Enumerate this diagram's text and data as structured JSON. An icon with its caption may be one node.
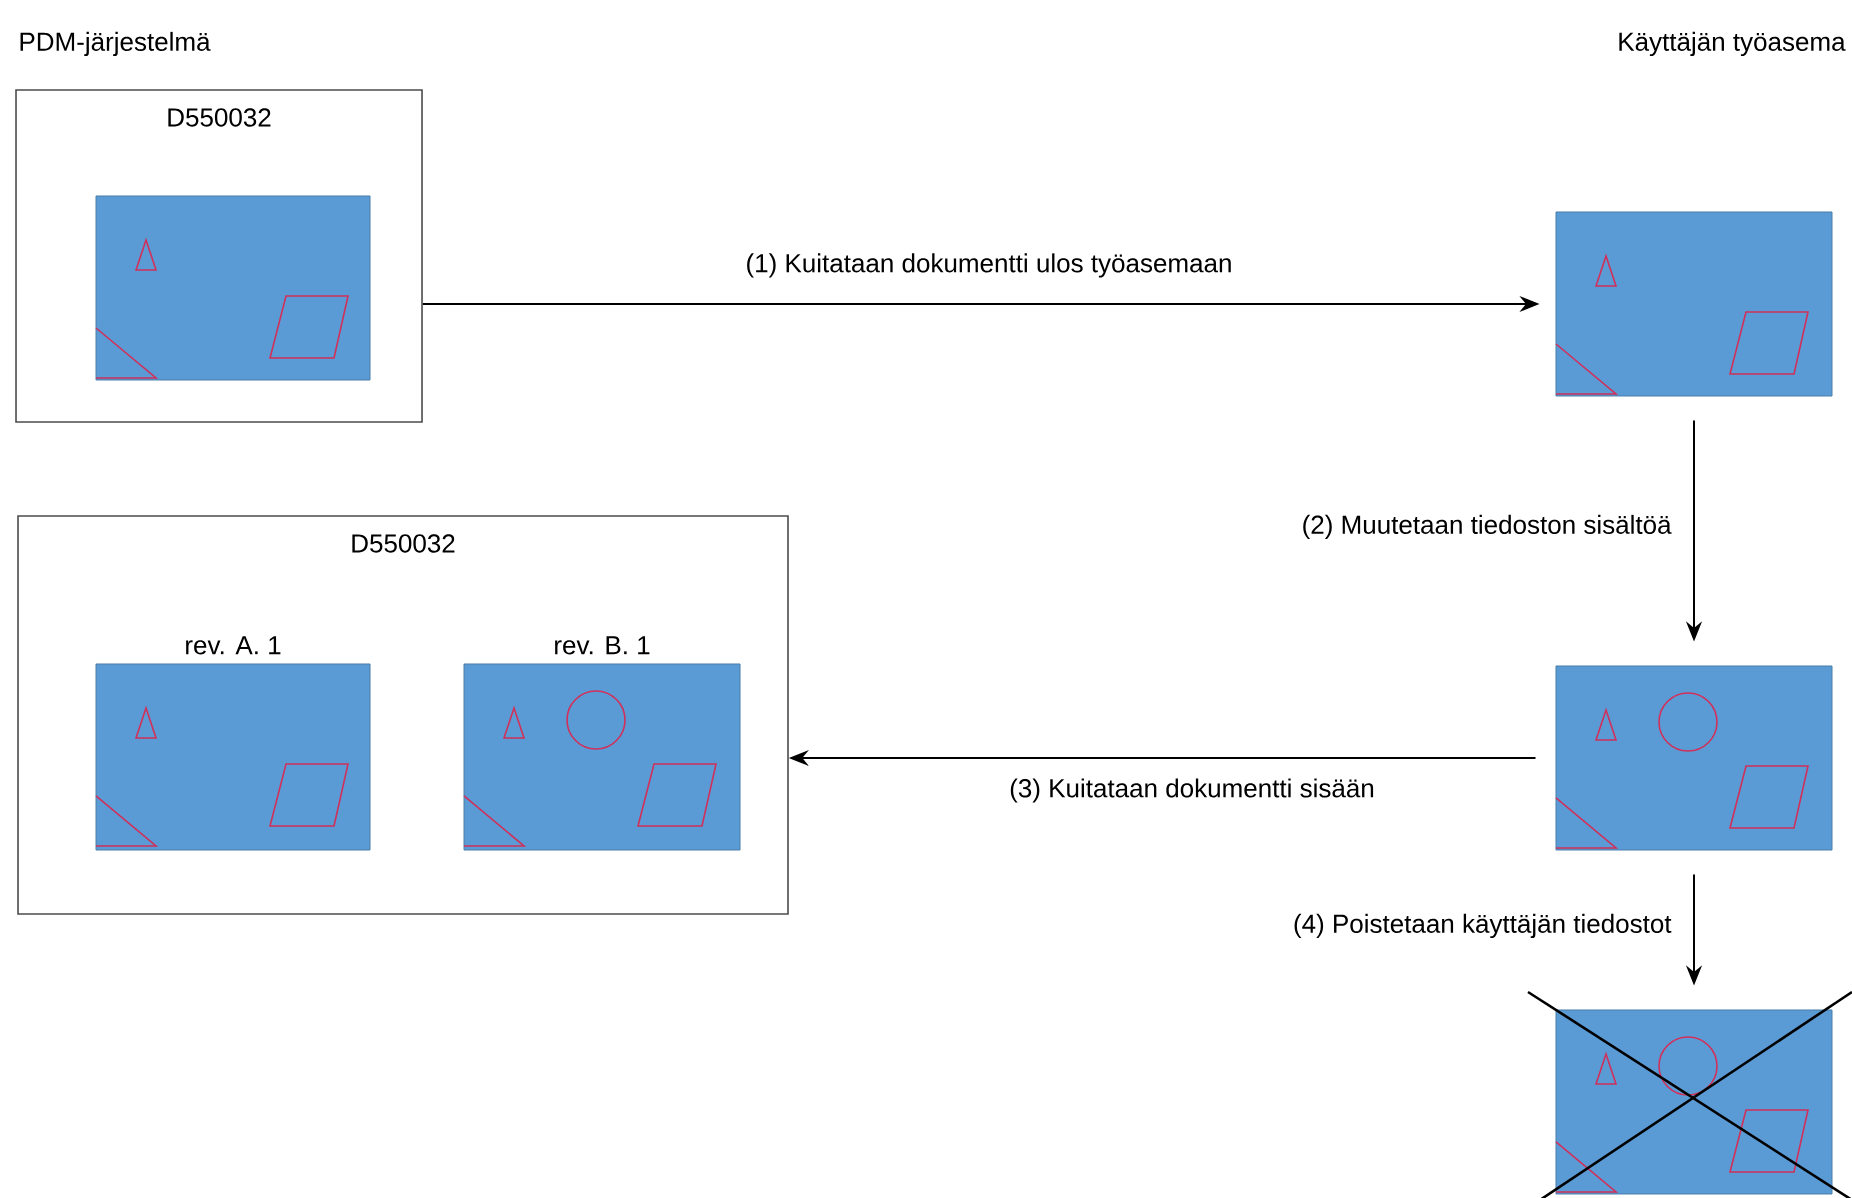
{
  "diagram": {
    "nodes": [
      {
        "text": [
          "D550032"
        ]
      },
      {
        "text": [],
        "shape": "box",
        "in": 0
      },
      {
        "text": [],
        "shape": "box"
      },
      {
        "text": [
          "D550032"
        ]
      },
      {
        "text": [
          "rev. A. 1"
        ],
        "in": 3
      },
      {
        "text": [
          "rev. B. 1"
        ],
        "in": 3
      },
      {
        "text": [],
        "shape": "box"
      },
      {
        "text": [],
        "shape": "box"
      }
    ],
    "edges": [
      {
        "from": 0,
        "to": 2,
        "arrow": "to",
        "label": "(1) Kuitataan dokumentti ulos työasemaan"
      },
      {
        "from": 2,
        "to": 6,
        "arrow": "to",
        "label": "(2) Muutetaan tiedoston sisältöä"
      },
      {
        "from": 6,
        "to": 3,
        "arrow": "to",
        "label": "(3) Kuitataan dokumentti sisään"
      },
      {
        "from": 6,
        "to": 7,
        "arrow": "to",
        "label": "(4) Poistetaan käyttäjän tiedostot"
      }
    ],
    "labels": [
      "PDM-järjestelmä",
      "Käyttäjän työasema"
    ]
  }
}
